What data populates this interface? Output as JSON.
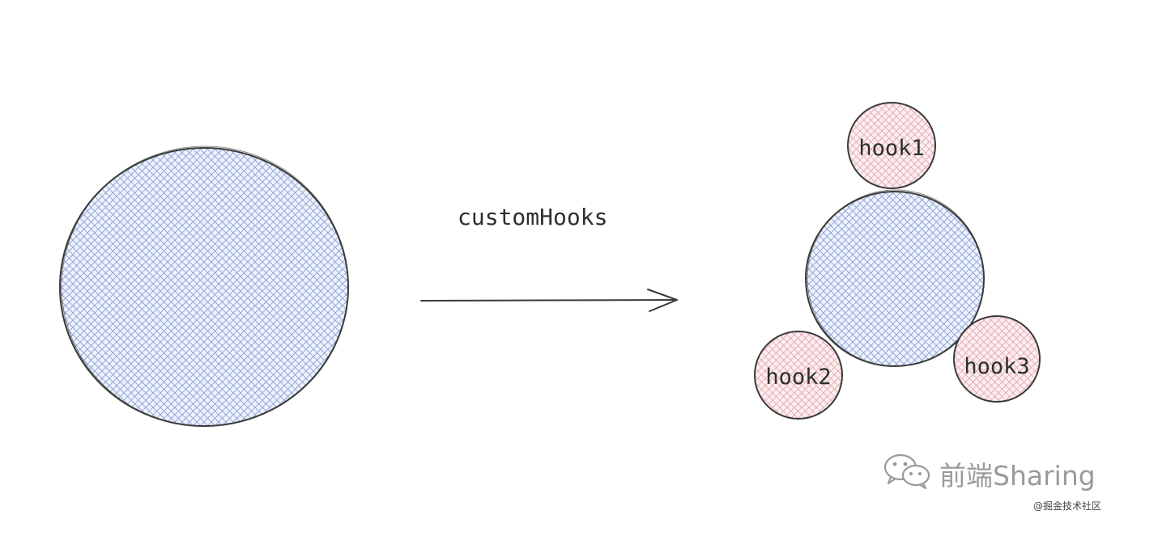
{
  "diagram": {
    "arrow_label": "customHooks",
    "hooks": [
      {
        "id": "hook1",
        "label": "hook1"
      },
      {
        "id": "hook2",
        "label": "hook2"
      },
      {
        "id": "hook3",
        "label": "hook3"
      }
    ]
  },
  "watermark": {
    "brand": "前端Sharing",
    "community": "@掘金技术社区",
    "icon": "wechat-icon"
  },
  "colors": {
    "stroke": "#3a3a3a",
    "blue_hatch": "#8aa0d8",
    "pink_hatch": "#e7a7ad",
    "blue_fill": "#eef2fb",
    "pink_fill": "#fbf0f1",
    "watermark": "#9a9a9a"
  }
}
